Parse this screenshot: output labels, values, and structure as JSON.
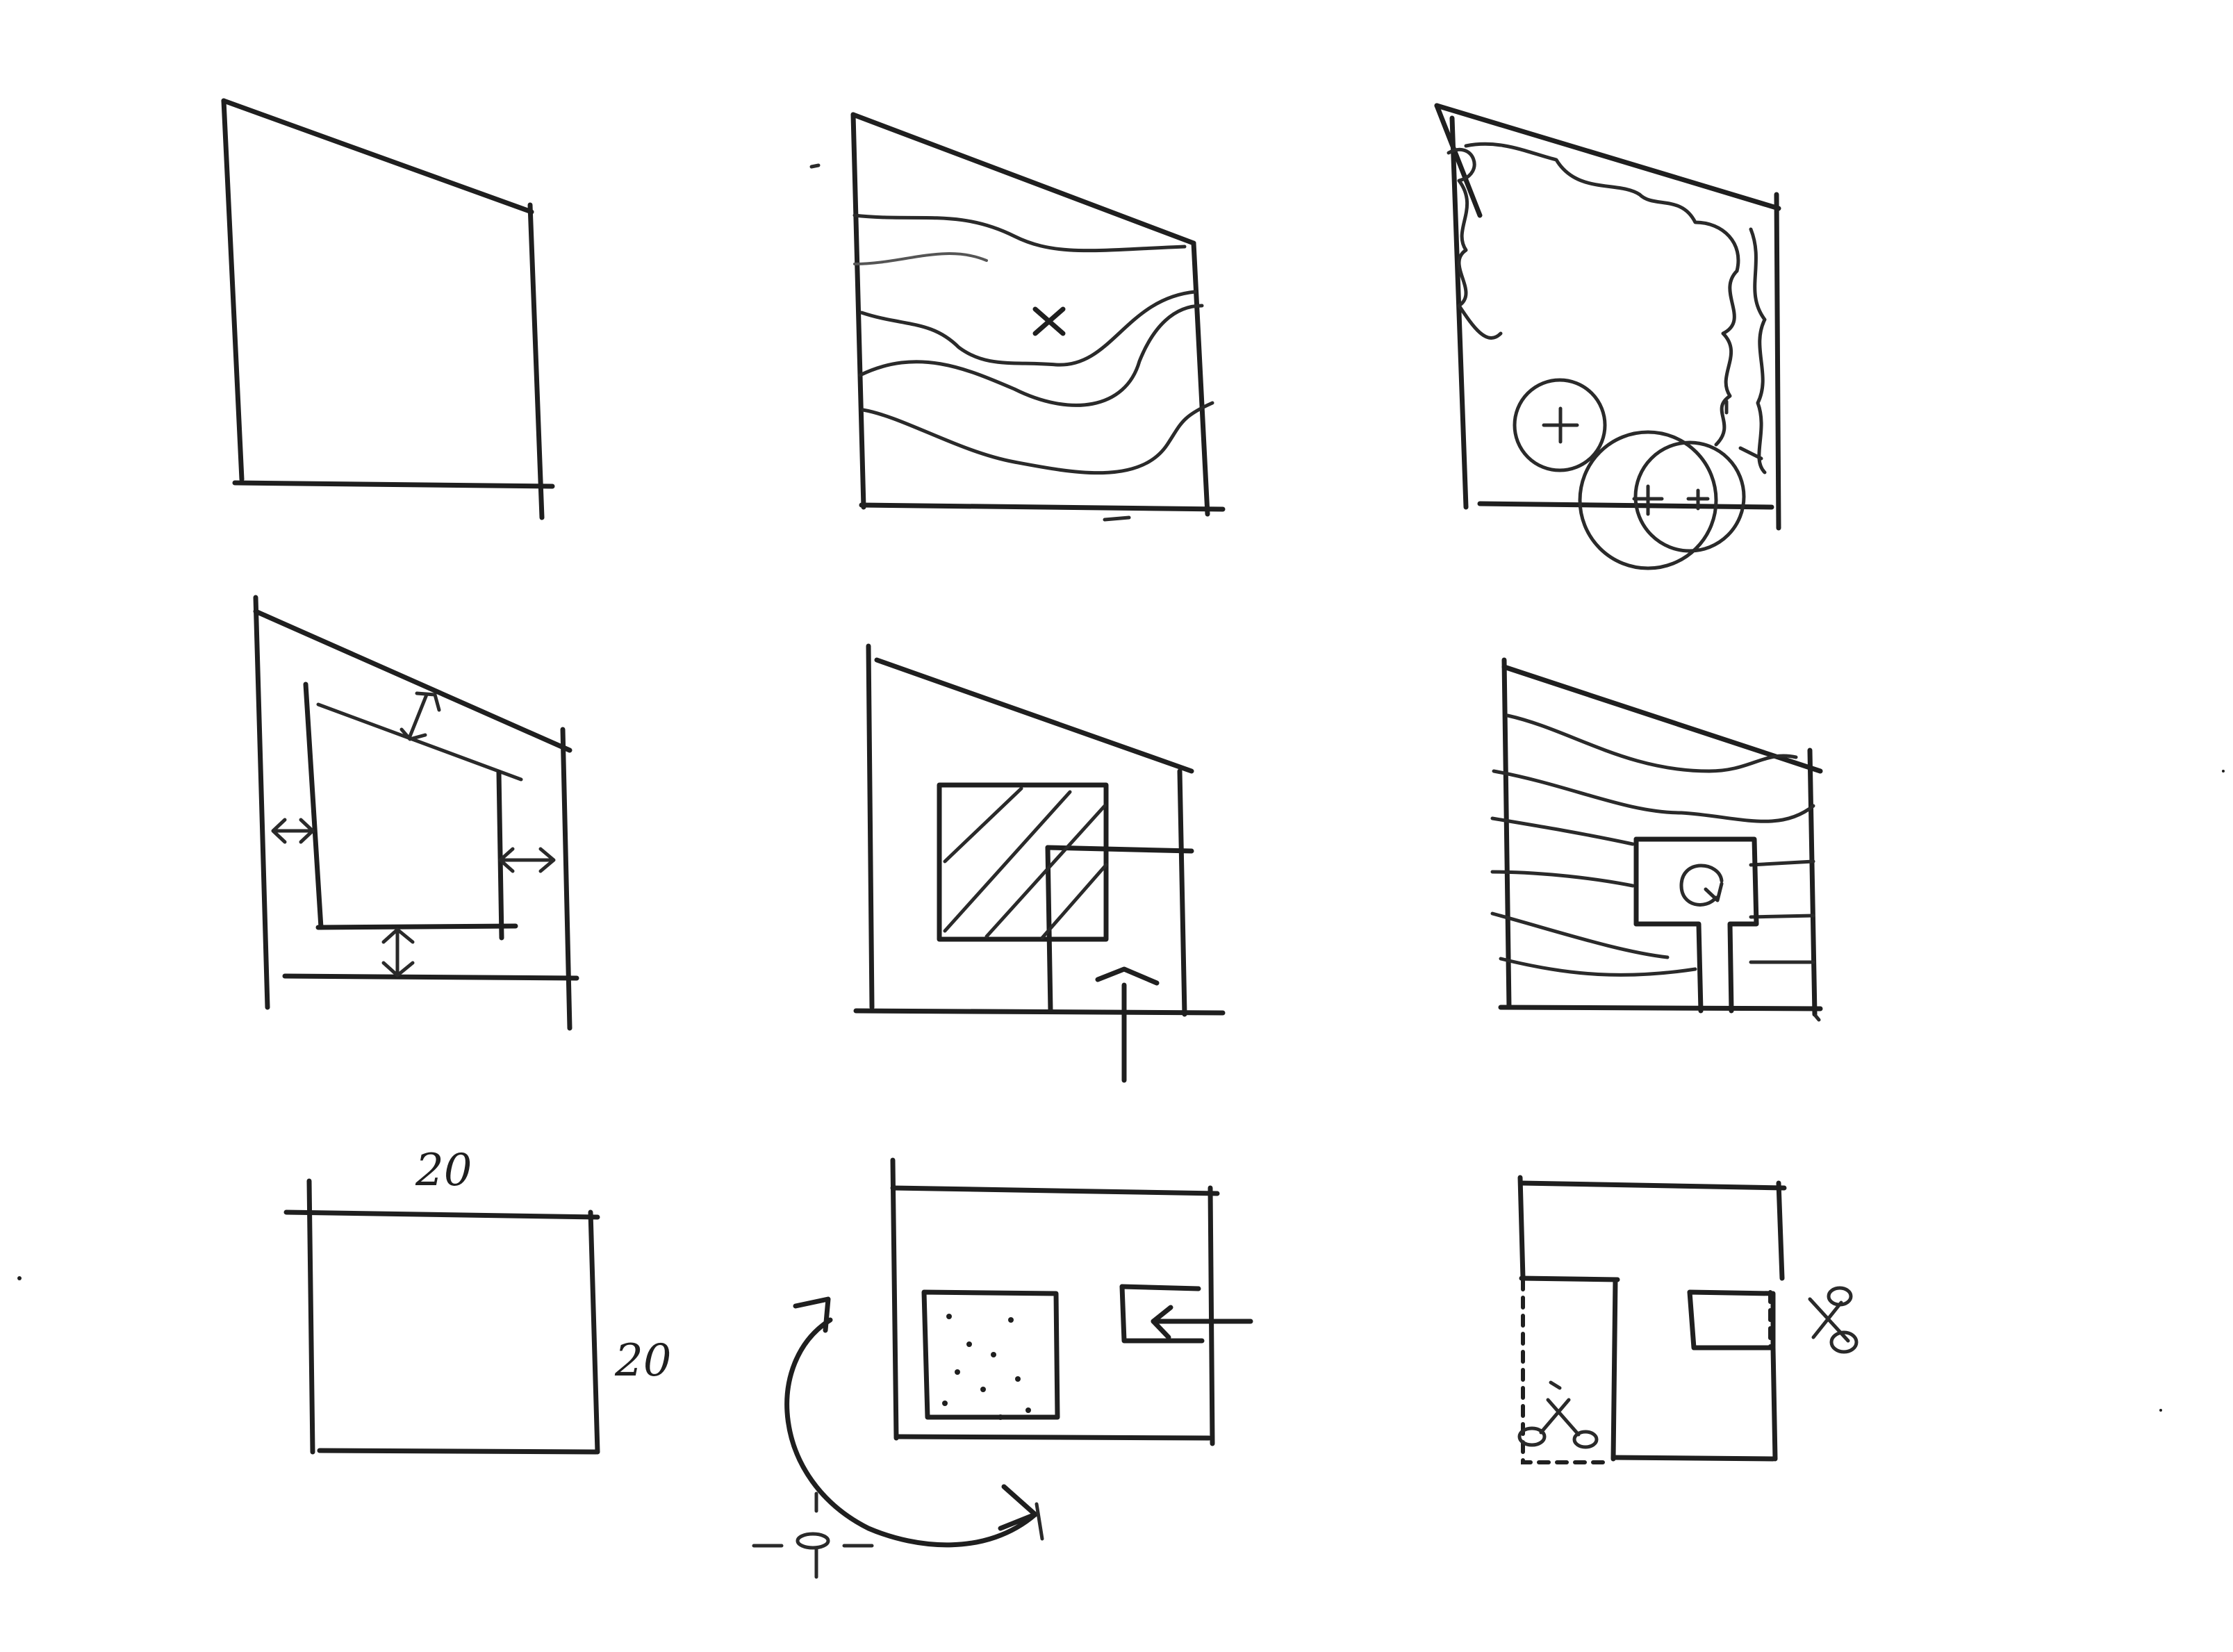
{
  "sketches": [
    {
      "id": "site-outline"
    },
    {
      "id": "site-topography"
    },
    {
      "id": "site-vegetation"
    },
    {
      "id": "setbacks"
    },
    {
      "id": "footprint-and-access"
    },
    {
      "id": "orientation-on-contours"
    },
    {
      "id": "square-module",
      "labels": {
        "top": "20",
        "side": "20"
      }
    },
    {
      "id": "courtyard-and-entry"
    },
    {
      "id": "subtractions"
    }
  ]
}
